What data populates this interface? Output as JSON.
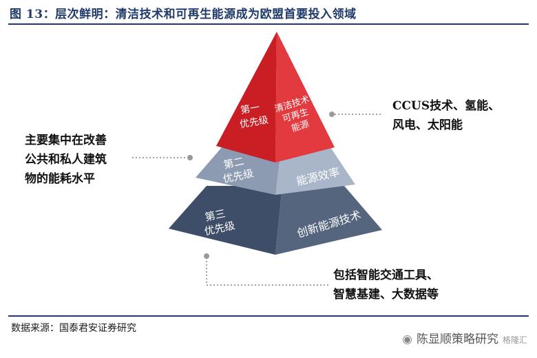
{
  "figure": {
    "title": "图 13：层次鲜明：清洁技术和可再生能源成为欧盟首要投入领域",
    "source": "数据来源：国泰君安证券研究",
    "watermark": "陈显顺策略研究",
    "watermark_brand": "格隆汇"
  },
  "pyramid": {
    "tiers": [
      {
        "priority_lines": [
          "第一",
          "优先级"
        ],
        "focus_lines": [
          "清洁技术",
          "可再生",
          "能源"
        ],
        "color": "#d8262c"
      },
      {
        "priority_lines": [
          "第二",
          "优先级"
        ],
        "focus_lines": [
          "能源效率"
        ],
        "color": "#9aa8bd"
      },
      {
        "priority_lines": [
          "第三",
          "优先级"
        ],
        "focus_lines": [
          "创新能源技术"
        ],
        "color": "#4b5a74"
      }
    ]
  },
  "annotations": {
    "tier1": [
      "CCUS技术、氢能、",
      "风电、太阳能"
    ],
    "tier2": [
      "主要集中在改善",
      "公共和私人建筑",
      "物的能耗水平"
    ],
    "tier3": [
      "包括智能交通工具、",
      "智慧基建、大数据等"
    ]
  },
  "colors": {
    "title": "#1f3a6b",
    "tier1_left": "#c81e24",
    "tier1_right": "#e23a3f",
    "tier2_left": "#8c9bb2",
    "tier2_right": "#a9b5c8",
    "tier3_left": "#3f4e68",
    "tier3_right": "#56657e",
    "connector": "#a0a0a0"
  }
}
